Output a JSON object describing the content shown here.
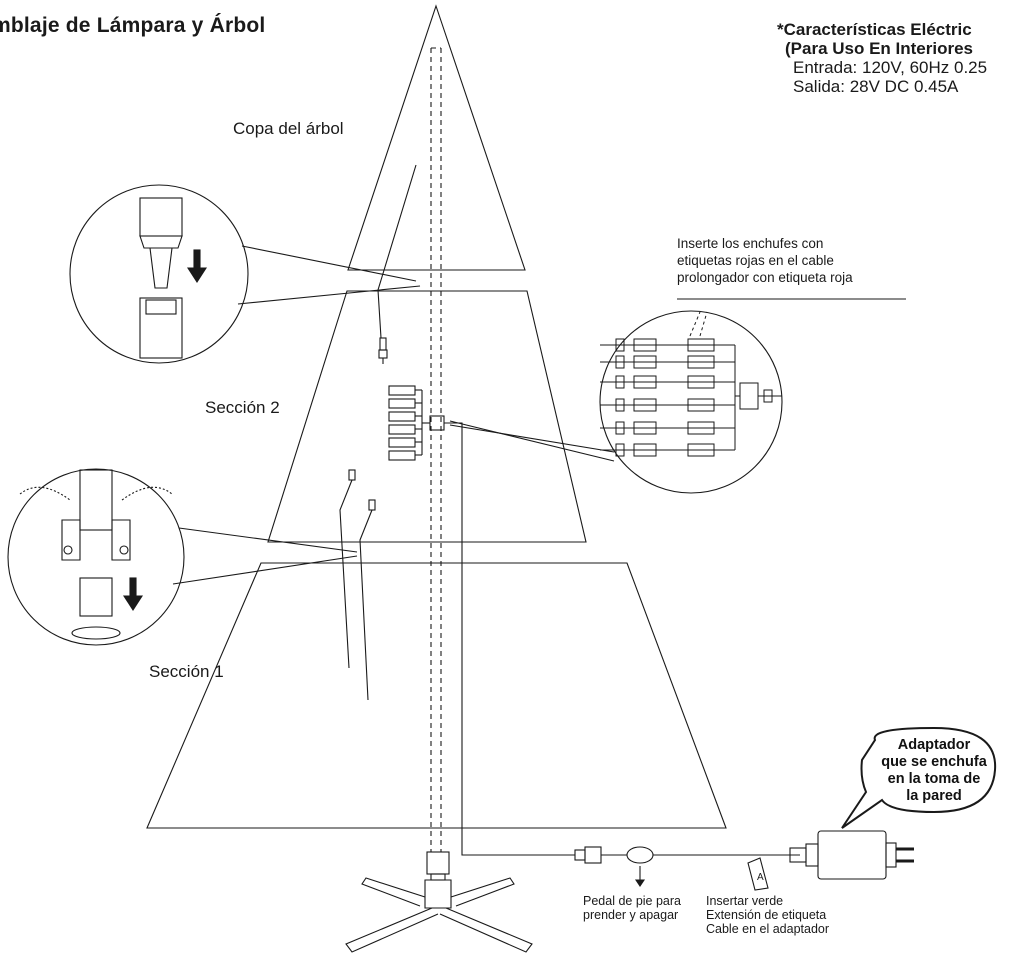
{
  "title": "mblaje de Lámpara y Árbol",
  "specs": {
    "heading1": "*Características Eléctric",
    "heading2": "(Para Uso En Interiores",
    "input": "Entrada: 120V, 60Hz 0.25",
    "output": "Salida: 28V DC 0.45A"
  },
  "sections": {
    "top": "Copa del árbol",
    "middle": "Sección 2",
    "bottom": "Sección 1"
  },
  "notes": {
    "red_plugs": [
      "Inserte los enchufes con",
      "etiquetas rojas en el cable",
      "prolongador con etiqueta roja"
    ],
    "pedal": [
      "Pedal de pie para",
      "prender y apagar"
    ],
    "green": [
      "Insertar verde",
      "Extensión de etiqueta",
      "Cable en el adaptador"
    ],
    "adapter": [
      "Adaptador",
      "que se enchufa",
      "en la toma de",
      "la pared"
    ]
  },
  "plug_tag": "A",
  "icons": [
    "arrow-down-icon",
    "plug-icon",
    "adapter-icon",
    "foot-pedal-icon",
    "tree-stand-icon"
  ]
}
